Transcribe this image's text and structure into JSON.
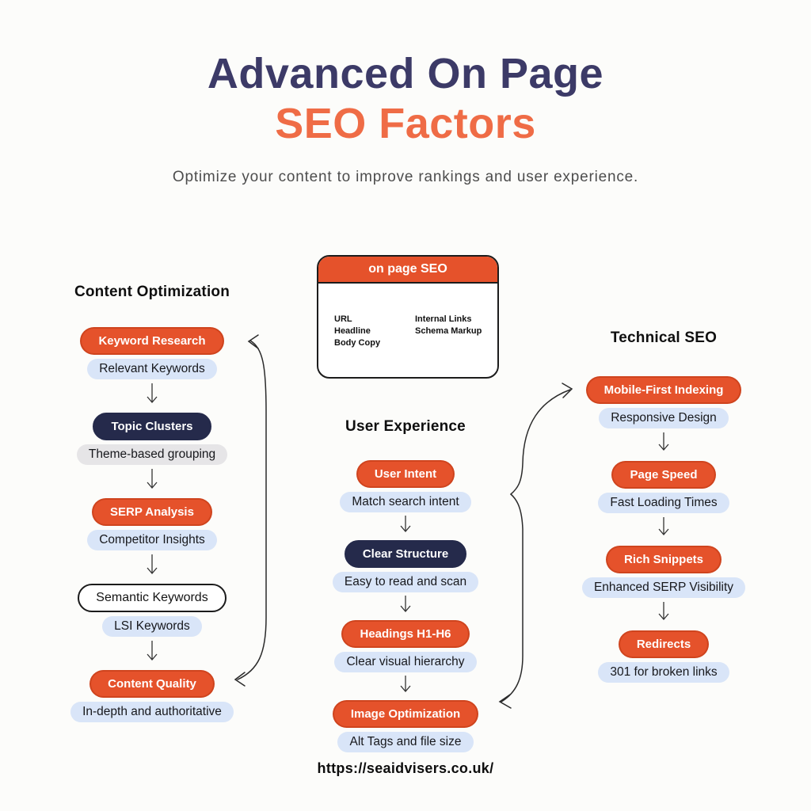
{
  "header": {
    "title_line1": "Advanced On Page",
    "title_line2": "SEO Factors",
    "subtitle": "Optimize your content to improve rankings and user experience."
  },
  "card": {
    "title": "on page SEO",
    "left_items": [
      "URL",
      "Headline",
      "Body Copy"
    ],
    "right_items": [
      "Internal Links",
      "Schema Markup"
    ]
  },
  "columns": {
    "content": {
      "title": "Content Optimization",
      "steps": [
        {
          "label": "Keyword Research",
          "variant": "orange",
          "detail": "Relevant Keywords",
          "detail_variant": "blue"
        },
        {
          "label": "Topic Clusters",
          "variant": "navy",
          "detail": "Theme-based grouping",
          "detail_variant": "gray"
        },
        {
          "label": "SERP Analysis",
          "variant": "orange",
          "detail": "Competitor Insights",
          "detail_variant": "blue"
        },
        {
          "label": "Semantic Keywords",
          "variant": "outline",
          "detail": "LSI Keywords",
          "detail_variant": "blue"
        },
        {
          "label": "Content Quality",
          "variant": "orange",
          "detail": "In-depth and authoritative",
          "detail_variant": "blue"
        }
      ]
    },
    "user_experience": {
      "title": "User Experience",
      "steps": [
        {
          "label": "User Intent",
          "variant": "orange",
          "detail": "Match search intent",
          "detail_variant": "blue"
        },
        {
          "label": "Clear Structure",
          "variant": "navy",
          "detail": "Easy to read and scan",
          "detail_variant": "blue"
        },
        {
          "label": "Headings H1-H6",
          "variant": "orange",
          "detail": "Clear visual hierarchy",
          "detail_variant": "blue"
        },
        {
          "label": "Image Optimization",
          "variant": "orange",
          "detail": "Alt Tags and file size",
          "detail_variant": "blue"
        }
      ]
    },
    "technical": {
      "title": "Technical SEO",
      "steps": [
        {
          "label": "Mobile-First Indexing",
          "variant": "orange",
          "detail": "Responsive Design",
          "detail_variant": "blue"
        },
        {
          "label": "Page Speed",
          "variant": "orange",
          "detail": "Fast Loading Times",
          "detail_variant": "blue"
        },
        {
          "label": "Rich Snippets",
          "variant": "orange",
          "detail": "Enhanced SERP Visibility",
          "detail_variant": "blue"
        },
        {
          "label": "Redirects",
          "variant": "orange",
          "detail": "301 for broken links",
          "detail_variant": "blue"
        }
      ]
    }
  },
  "footer": {
    "url": "https://seaidvisers.co.uk/"
  },
  "colors": {
    "accent_orange": "#E5522B",
    "title_orange": "#EF6C46",
    "title_navy": "#3C3A67",
    "pill_navy": "#252A4B",
    "pill_blue": "#D9E5F8",
    "pill_gray": "#E6E5E7",
    "background": "#FCFCFA",
    "ink": "#141414"
  }
}
